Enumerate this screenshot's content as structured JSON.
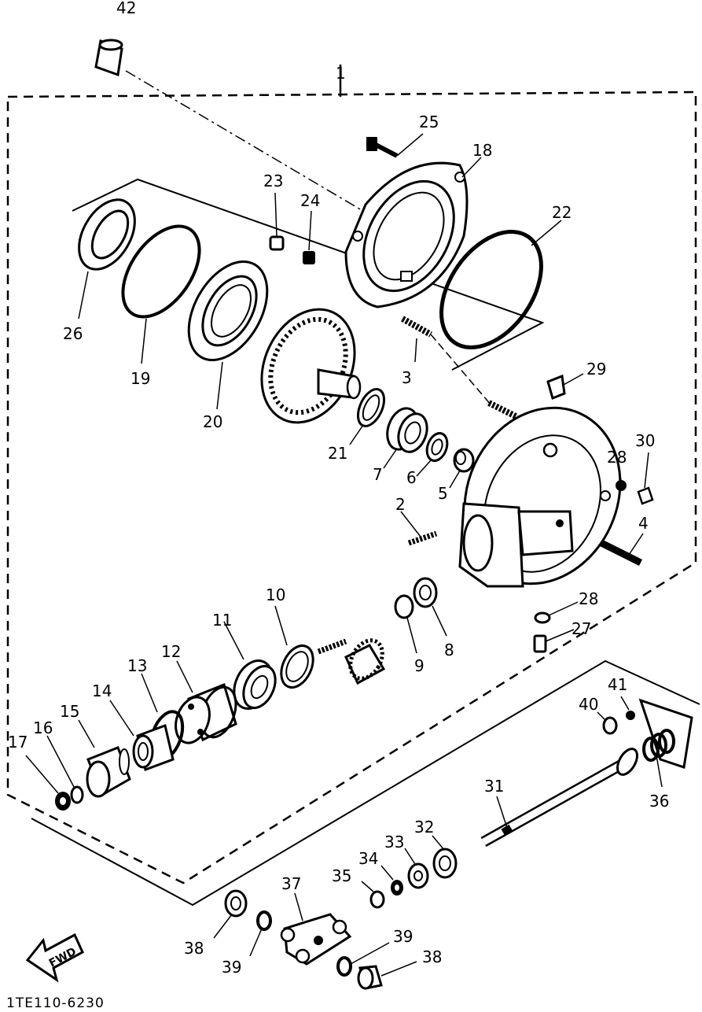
{
  "diagram": {
    "figure_number": "1TE110-6230",
    "fwd_label": "FWD",
    "part_labels": [
      "42",
      "1",
      "25",
      "18",
      "23",
      "24",
      "22",
      "26",
      "19",
      "20",
      "3",
      "29",
      "21",
      "7",
      "6",
      "5",
      "30",
      "28",
      "2",
      "4",
      "10",
      "11",
      "12",
      "13",
      "14",
      "15",
      "16",
      "17",
      "9",
      "8",
      "28",
      "27",
      "41",
      "40",
      "36",
      "31",
      "32",
      "33",
      "34",
      "35",
      "37",
      "38",
      "39",
      "39",
      "38"
    ]
  }
}
